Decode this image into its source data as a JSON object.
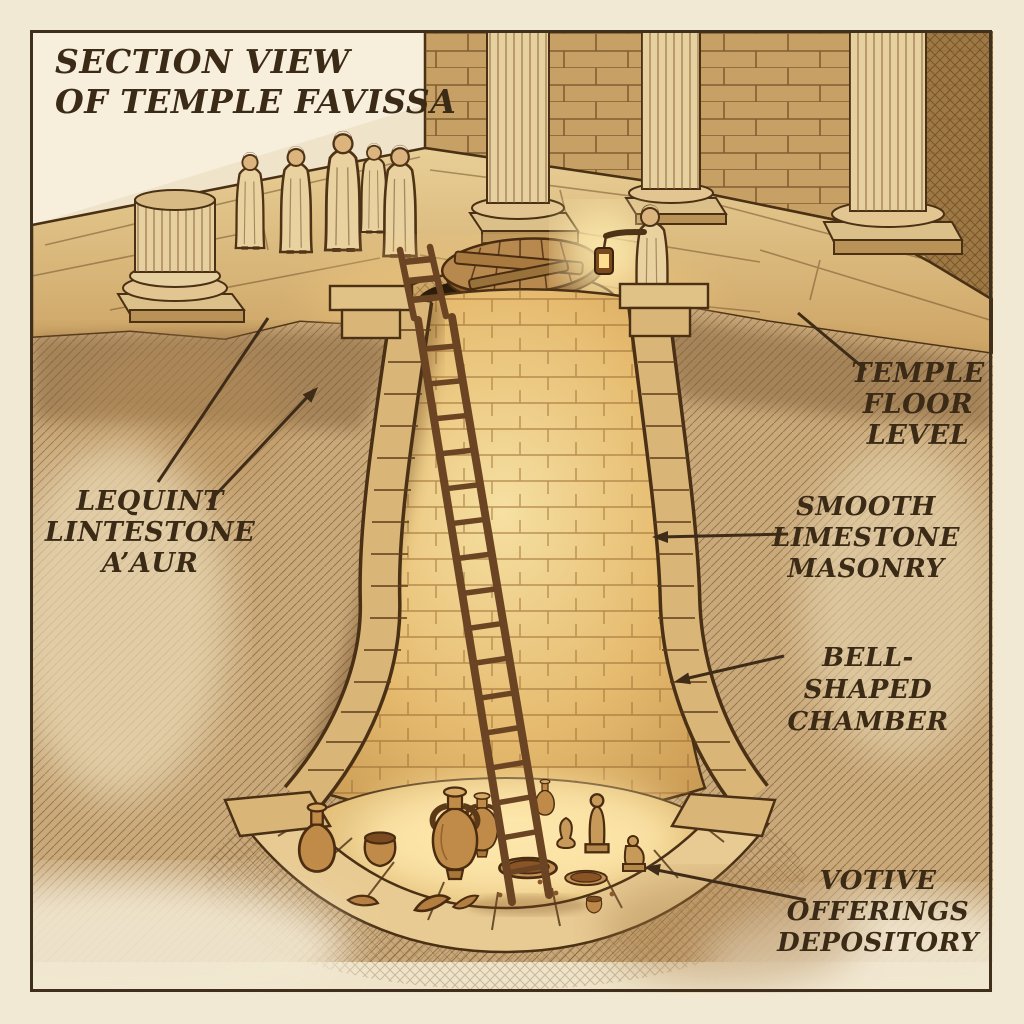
{
  "title": {
    "line1": "SECTION VIEW",
    "line2": "OF TEMPLE FAVISSA"
  },
  "labels": {
    "left_masonry": {
      "line1": "LEQUINT",
      "line2": "LINTESTONE",
      "line3": "A’AUR"
    },
    "temple_floor": {
      "line1": "TEMPLE",
      "line2": "FLOOR",
      "line3": "LEVEL"
    },
    "smooth_masonry": {
      "line1": "SMOOTH",
      "line2": "LIMESTONE",
      "line3": "MASONRY"
    },
    "bell_chamber": {
      "line1": "BELL-SHAPED",
      "line2": "CHAMBER"
    },
    "votive": {
      "line1": "VOTIVE",
      "line2": "OFFERINGS",
      "line3": "DEPOSITORY"
    }
  },
  "palette": {
    "paper": "#f2e9d4",
    "frame_line": "#402f1c",
    "ink": "#432d14",
    "label_text": "#3a2a16",
    "floor_stone": "#d9b87c",
    "wall_brick": "#c6a065",
    "earth": "#c9a97a",
    "masonry_band": "#d9b678",
    "bell_glow": "#ffe8ac",
    "pottery": "#c08a48",
    "wood": "#6b4423",
    "opening_dark": "#2a1a0a"
  }
}
